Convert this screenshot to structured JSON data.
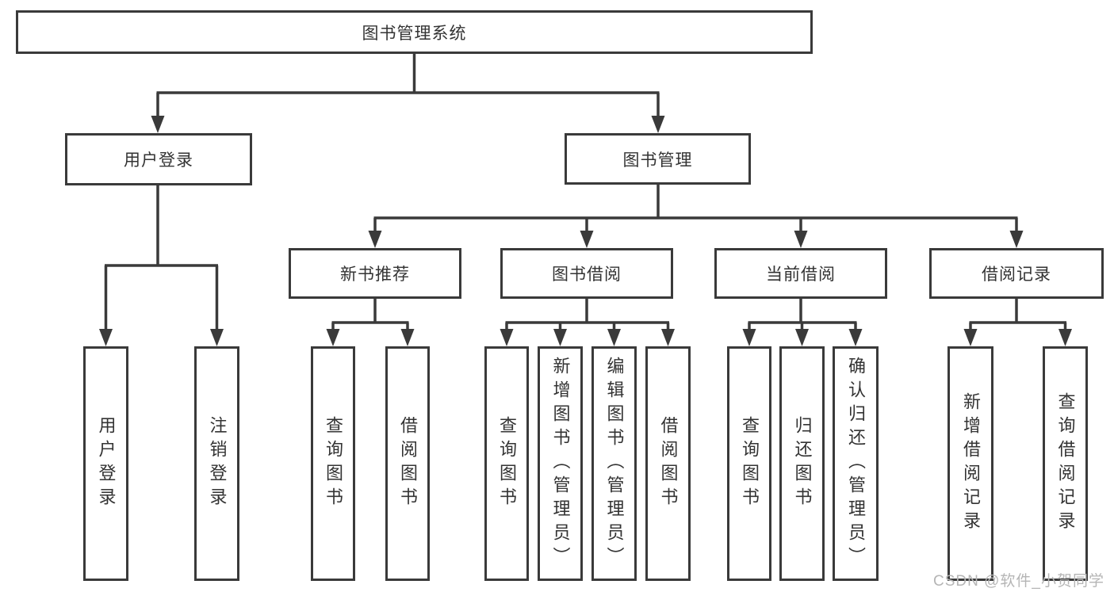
{
  "diagram": {
    "type": "tree-structure-chart",
    "colors": {
      "line": "#3a3a3a",
      "box_border": "#3a3a3a",
      "text": "#333333",
      "watermark": "#b5b5b5",
      "background": "#ffffff"
    },
    "watermark": "CSDN @软件_小贺同学",
    "nodes": {
      "root": {
        "label": "图书管理系统"
      },
      "level2": [
        {
          "id": "user-login",
          "parent": "图书管理系统",
          "label": "用户登录"
        },
        {
          "id": "book-management",
          "parent": "图书管理系统",
          "label": "图书管理"
        }
      ],
      "level3": [
        {
          "id": "new-book-recommend",
          "parent": "图书管理",
          "label": "新书推荐"
        },
        {
          "id": "book-borrowing",
          "parent": "图书管理",
          "label": "图书借阅"
        },
        {
          "id": "current-borrowing",
          "parent": "图书管理",
          "label": "当前借阅"
        },
        {
          "id": "borrowing-records",
          "parent": "图书管理",
          "label": "借阅记录"
        }
      ],
      "leaves": [
        {
          "parent": "用户登录",
          "label": "用户登录"
        },
        {
          "parent": "用户登录",
          "label": "注销登录"
        },
        {
          "parent": "新书推荐",
          "label": "查询图书"
        },
        {
          "parent": "新书推荐",
          "label": "借阅图书"
        },
        {
          "parent": "图书借阅",
          "label": "查询图书"
        },
        {
          "parent": "图书借阅",
          "label": "新增图书（管理员）"
        },
        {
          "parent": "图书借阅",
          "label": "编辑图书（管理员）"
        },
        {
          "parent": "图书借阅",
          "label": "借阅图书"
        },
        {
          "parent": "当前借阅",
          "label": "查询图书"
        },
        {
          "parent": "当前借阅",
          "label": "归还图书"
        },
        {
          "parent": "当前借阅",
          "label": "确认归还（管理员）"
        },
        {
          "parent": "借阅记录",
          "label": "新增借阅记录"
        },
        {
          "parent": "借阅记录",
          "label": "查询借阅记录"
        }
      ]
    }
  }
}
